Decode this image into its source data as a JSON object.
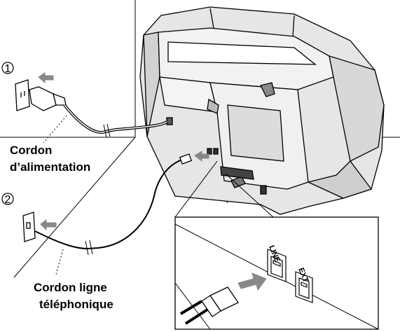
{
  "steps": [
    {
      "number": "1"
    },
    {
      "number": "2"
    }
  ],
  "labels": {
    "power_cord_line1": "Cordon",
    "power_cord_line2": "d’alimentation",
    "phone_cord_line1": "Cordon ligne",
    "phone_cord_line2": "téléphonique"
  },
  "ports": {
    "line": "LINE",
    "ext": "EXT"
  }
}
